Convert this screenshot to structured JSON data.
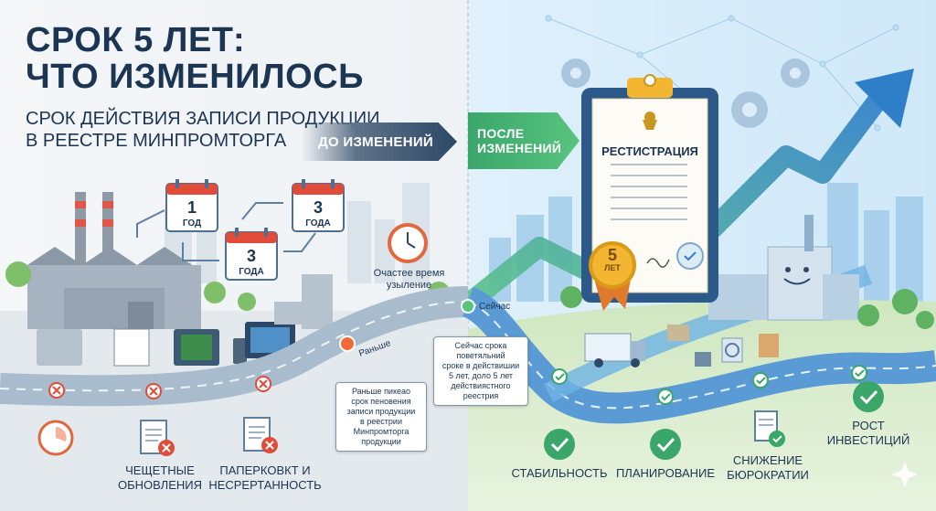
{
  "title": {
    "main": "СРОК 5 ЛЕТ:\nЧТО ИЗМЕНИЛОСЬ",
    "subtitle": "СРОК ДЕЙСТВИЯ ЗАПИСИ ПРОДУКЦИИ\nВ РЕЕСТРЕ МИНПРОМТОРГА"
  },
  "banners": {
    "before": "ДО ИЗМЕНЕНИЙ",
    "after": "ПОСЛЕ\nИЗМЕНЕНИЙ"
  },
  "calendars": {
    "cal1": {
      "number": "1",
      "unit": "ГОД"
    },
    "cal2": {
      "number": "3",
      "unit": "ГОДА"
    },
    "cal3": {
      "number": "3",
      "unit": "ГОДА"
    }
  },
  "clock_label": "Очастее время\nузыление",
  "timeline": {
    "past_label": "Раньше",
    "now_label": "Сейчас",
    "past_callout": "Раньше пикеао\nсрок пеновения\nзаписи продукции\nв реестрии\nМинпромторга\nпродукции",
    "now_callout": "Сейчас срока\nповетяльний\nсроке в действишии\n5 лет, доло 5 лет\nдействиястного\nреестрия"
  },
  "document": {
    "title": "РЕСТИСТРАЦИЯ",
    "medal_number": "5",
    "medal_unit": "ЛЕТ"
  },
  "before_outcomes": [
    {
      "label": "ЧЕЩЕТНЫЕ\nОБНОВЛЕНИЯ"
    },
    {
      "label": "ПАПЕРКОВКТ И\nНЕСРЕРТАННОСТЬ"
    }
  ],
  "after_outcomes": [
    {
      "label": "СТАБИЛЬНОСТЬ"
    },
    {
      "label": "ПЛАНИРОВАНИЕ"
    },
    {
      "label": "СНИЖЕНИЕ\nБЮРОКРАТИИ"
    },
    {
      "label": "РОСТ\nИНВЕСТИЦИЙ"
    }
  ],
  "colors": {
    "navy": "#1b3552",
    "green": "#3aa66a",
    "red": "#e04b3a",
    "blue_road": "#5a9bd6",
    "gold": "#f2b632"
  }
}
